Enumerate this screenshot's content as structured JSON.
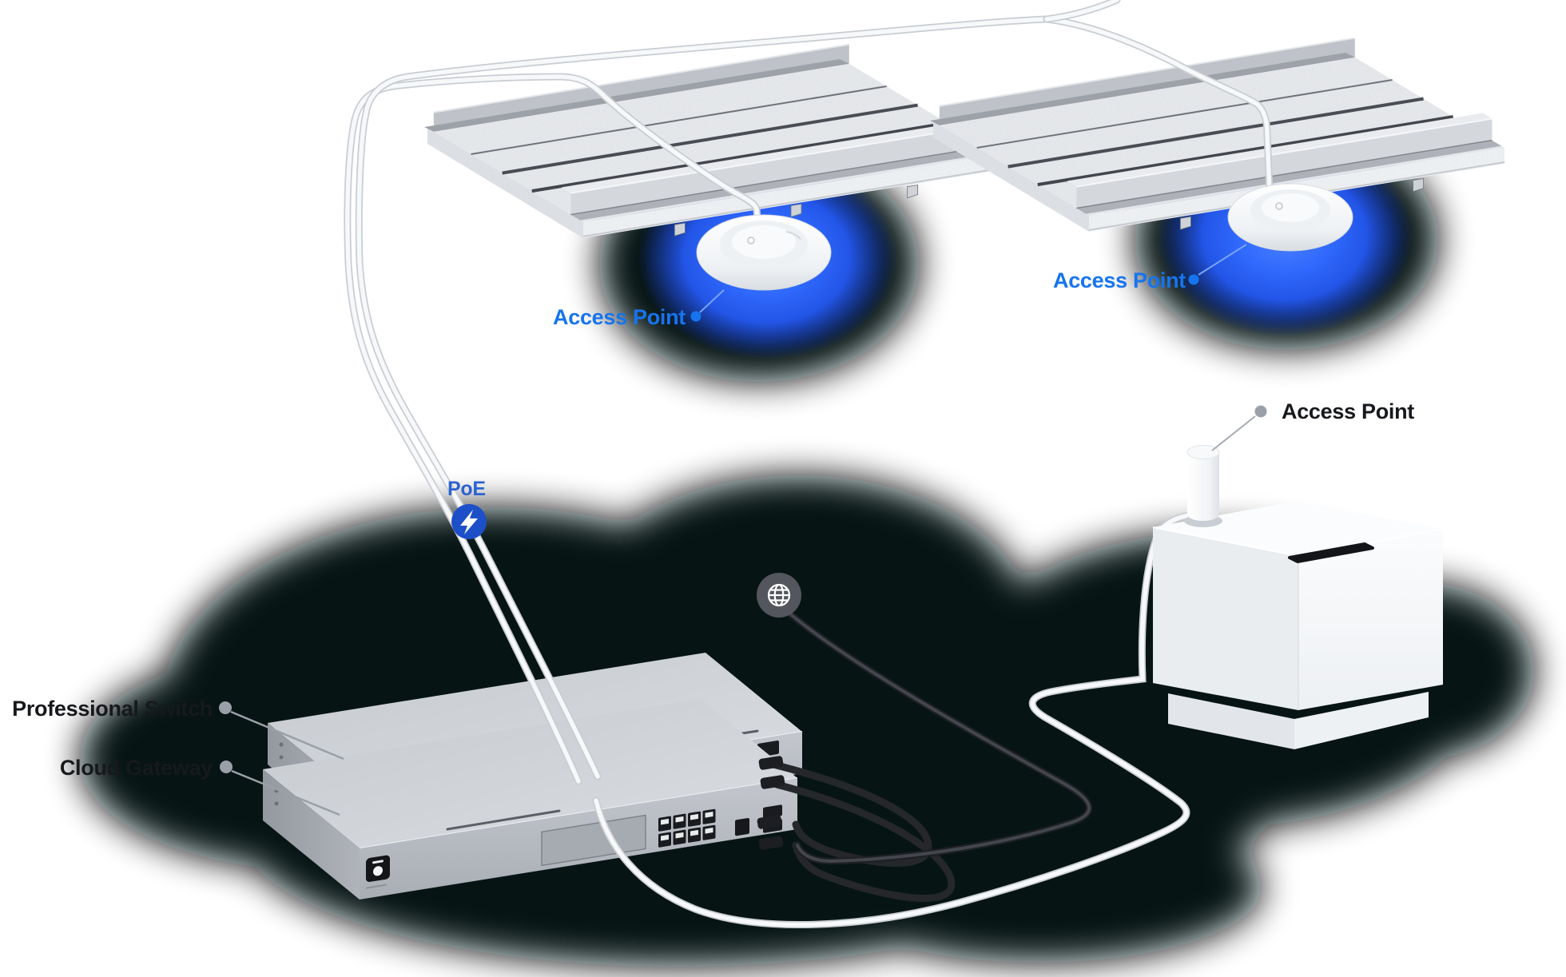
{
  "diagram": {
    "labels": {
      "access_point_left": "Access Point",
      "access_point_right": "Access Point",
      "access_point_outdoor": "Access Point",
      "poe": "PoE",
      "professional_switch": "Professional Switch",
      "cloud_gateway": "Cloud Gateway"
    },
    "colors": {
      "accent_blue": "#1674EE",
      "poe_text_blue": "#2C63CF",
      "poe_badge_blue": "#1D4FC8",
      "coverage_glow_blue": "#2E68FC",
      "label_dark": "#17191C",
      "leader_gray": "#9AA0A8",
      "shadow_dark": "#06090F"
    },
    "icons": {
      "poe_badge": "lightning-bolt-icon",
      "internet": "globe-icon"
    }
  }
}
